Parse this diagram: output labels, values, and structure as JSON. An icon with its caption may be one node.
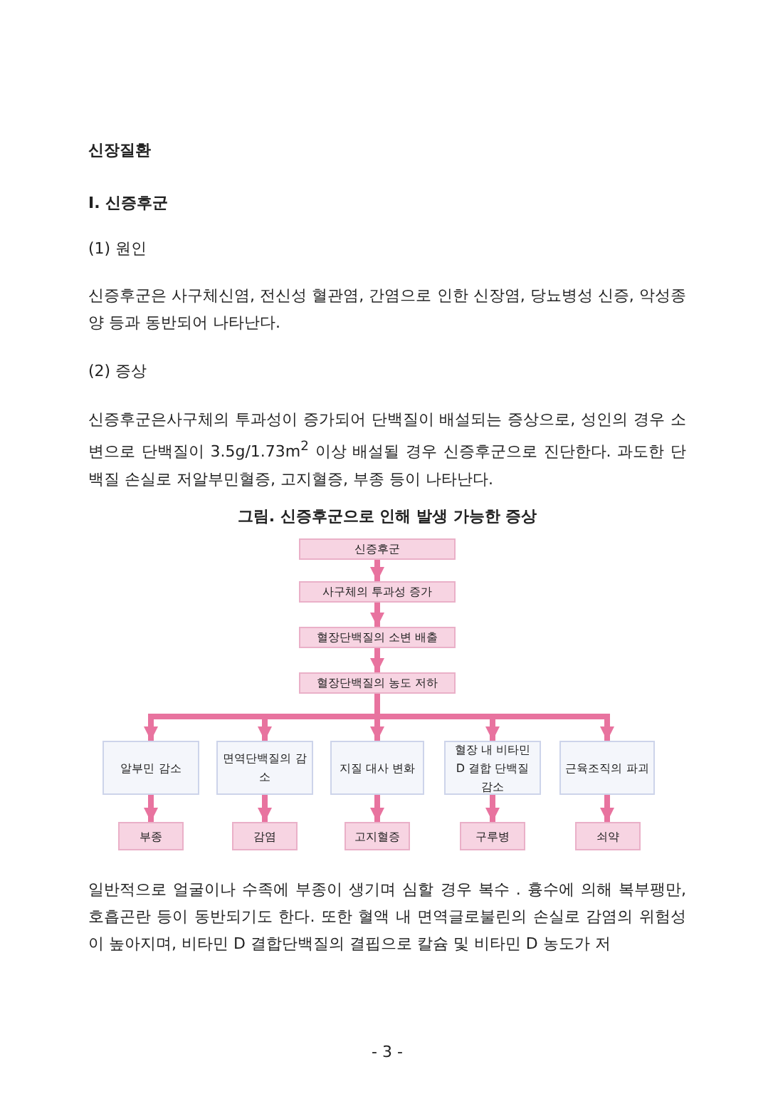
{
  "diagram": {
    "caption": "그림. 신증후군으로 인해 발생 가능한 증상",
    "nodes": [
      {
        "text": [
          "신증후군"
        ]
      },
      {
        "text": [
          "사구체의 투과성 증가"
        ]
      },
      {
        "text": [
          "혈장단백질의 소변 배출"
        ]
      },
      {
        "text": [
          "혈장단백질의 농도 저하"
        ]
      },
      {
        "text": [
          "알부민 감소"
        ]
      },
      {
        "text": [
          "면역단백질의 감소"
        ]
      },
      {
        "text": [
          "지질 대사 변화"
        ]
      },
      {
        "text": [
          "혈장 내 비타민 D 결합 단백질 감소"
        ]
      },
      {
        "text": [
          "근육조직의 파괴"
        ]
      },
      {
        "text": [
          "부종"
        ]
      },
      {
        "text": [
          "감염"
        ]
      },
      {
        "text": [
          "고지혈증"
        ]
      },
      {
        "text": [
          "구루병"
        ]
      },
      {
        "text": [
          "쇠약"
        ]
      }
    ],
    "edges": [
      {
        "from": 0,
        "to": 1,
        "arrow": "to"
      },
      {
        "from": 1,
        "to": 2,
        "arrow": "to"
      },
      {
        "from": 2,
        "to": 3,
        "arrow": "to"
      },
      {
        "from": 3,
        "to": 4,
        "arrow": "to"
      },
      {
        "from": 3,
        "to": 5,
        "arrow": "to"
      },
      {
        "from": 3,
        "to": 6,
        "arrow": "to"
      },
      {
        "from": 3,
        "to": 7,
        "arrow": "to"
      },
      {
        "from": 3,
        "to": 8,
        "arrow": "to"
      },
      {
        "from": 4,
        "to": 9,
        "arrow": "to"
      },
      {
        "from": 5,
        "to": 10,
        "arrow": "to"
      },
      {
        "from": 6,
        "to": 11,
        "arrow": "to"
      },
      {
        "from": 7,
        "to": 12,
        "arrow": "to"
      },
      {
        "from": 8,
        "to": 13,
        "arrow": "to"
      }
    ],
    "labels": [
      "신장질환",
      "I. 신증후군",
      "(1) 원인",
      "신증후군은 사구체신염, 전신성 혈관염, 간염으로 인한 신장염, 당뇨병성 신증, 악성종양 등과 동반되어 나타난다.",
      "(2) 증상",
      "신증후군은사구체의 투과성이 증가되어 단백질이 배설되는 증상으로, 성인의 경우 소변으로 단백질이 3.5g/1.73m$^{2}$ 이상 배설될 경우 신증후군으로 진단한다. 과도한 단백질 손실로 저알부민혈증, 고지혈증, 부종 등이 나타난다.",
      "일반적으로 얼굴이나 수족에 부종이 생기며 심할 경우 복수 . 흉수에 의해 복부팽만, 호흡곤란 등이 동반되기도 한다. 또한 혈액 내 면역글로불린의 손실로 감염의 위험성이 높아지며, 비타민 D 결합단백질의 결핍으로 칼슘 및 비타민 D 농도가 저",
      "- 3 -"
    ]
  }
}
